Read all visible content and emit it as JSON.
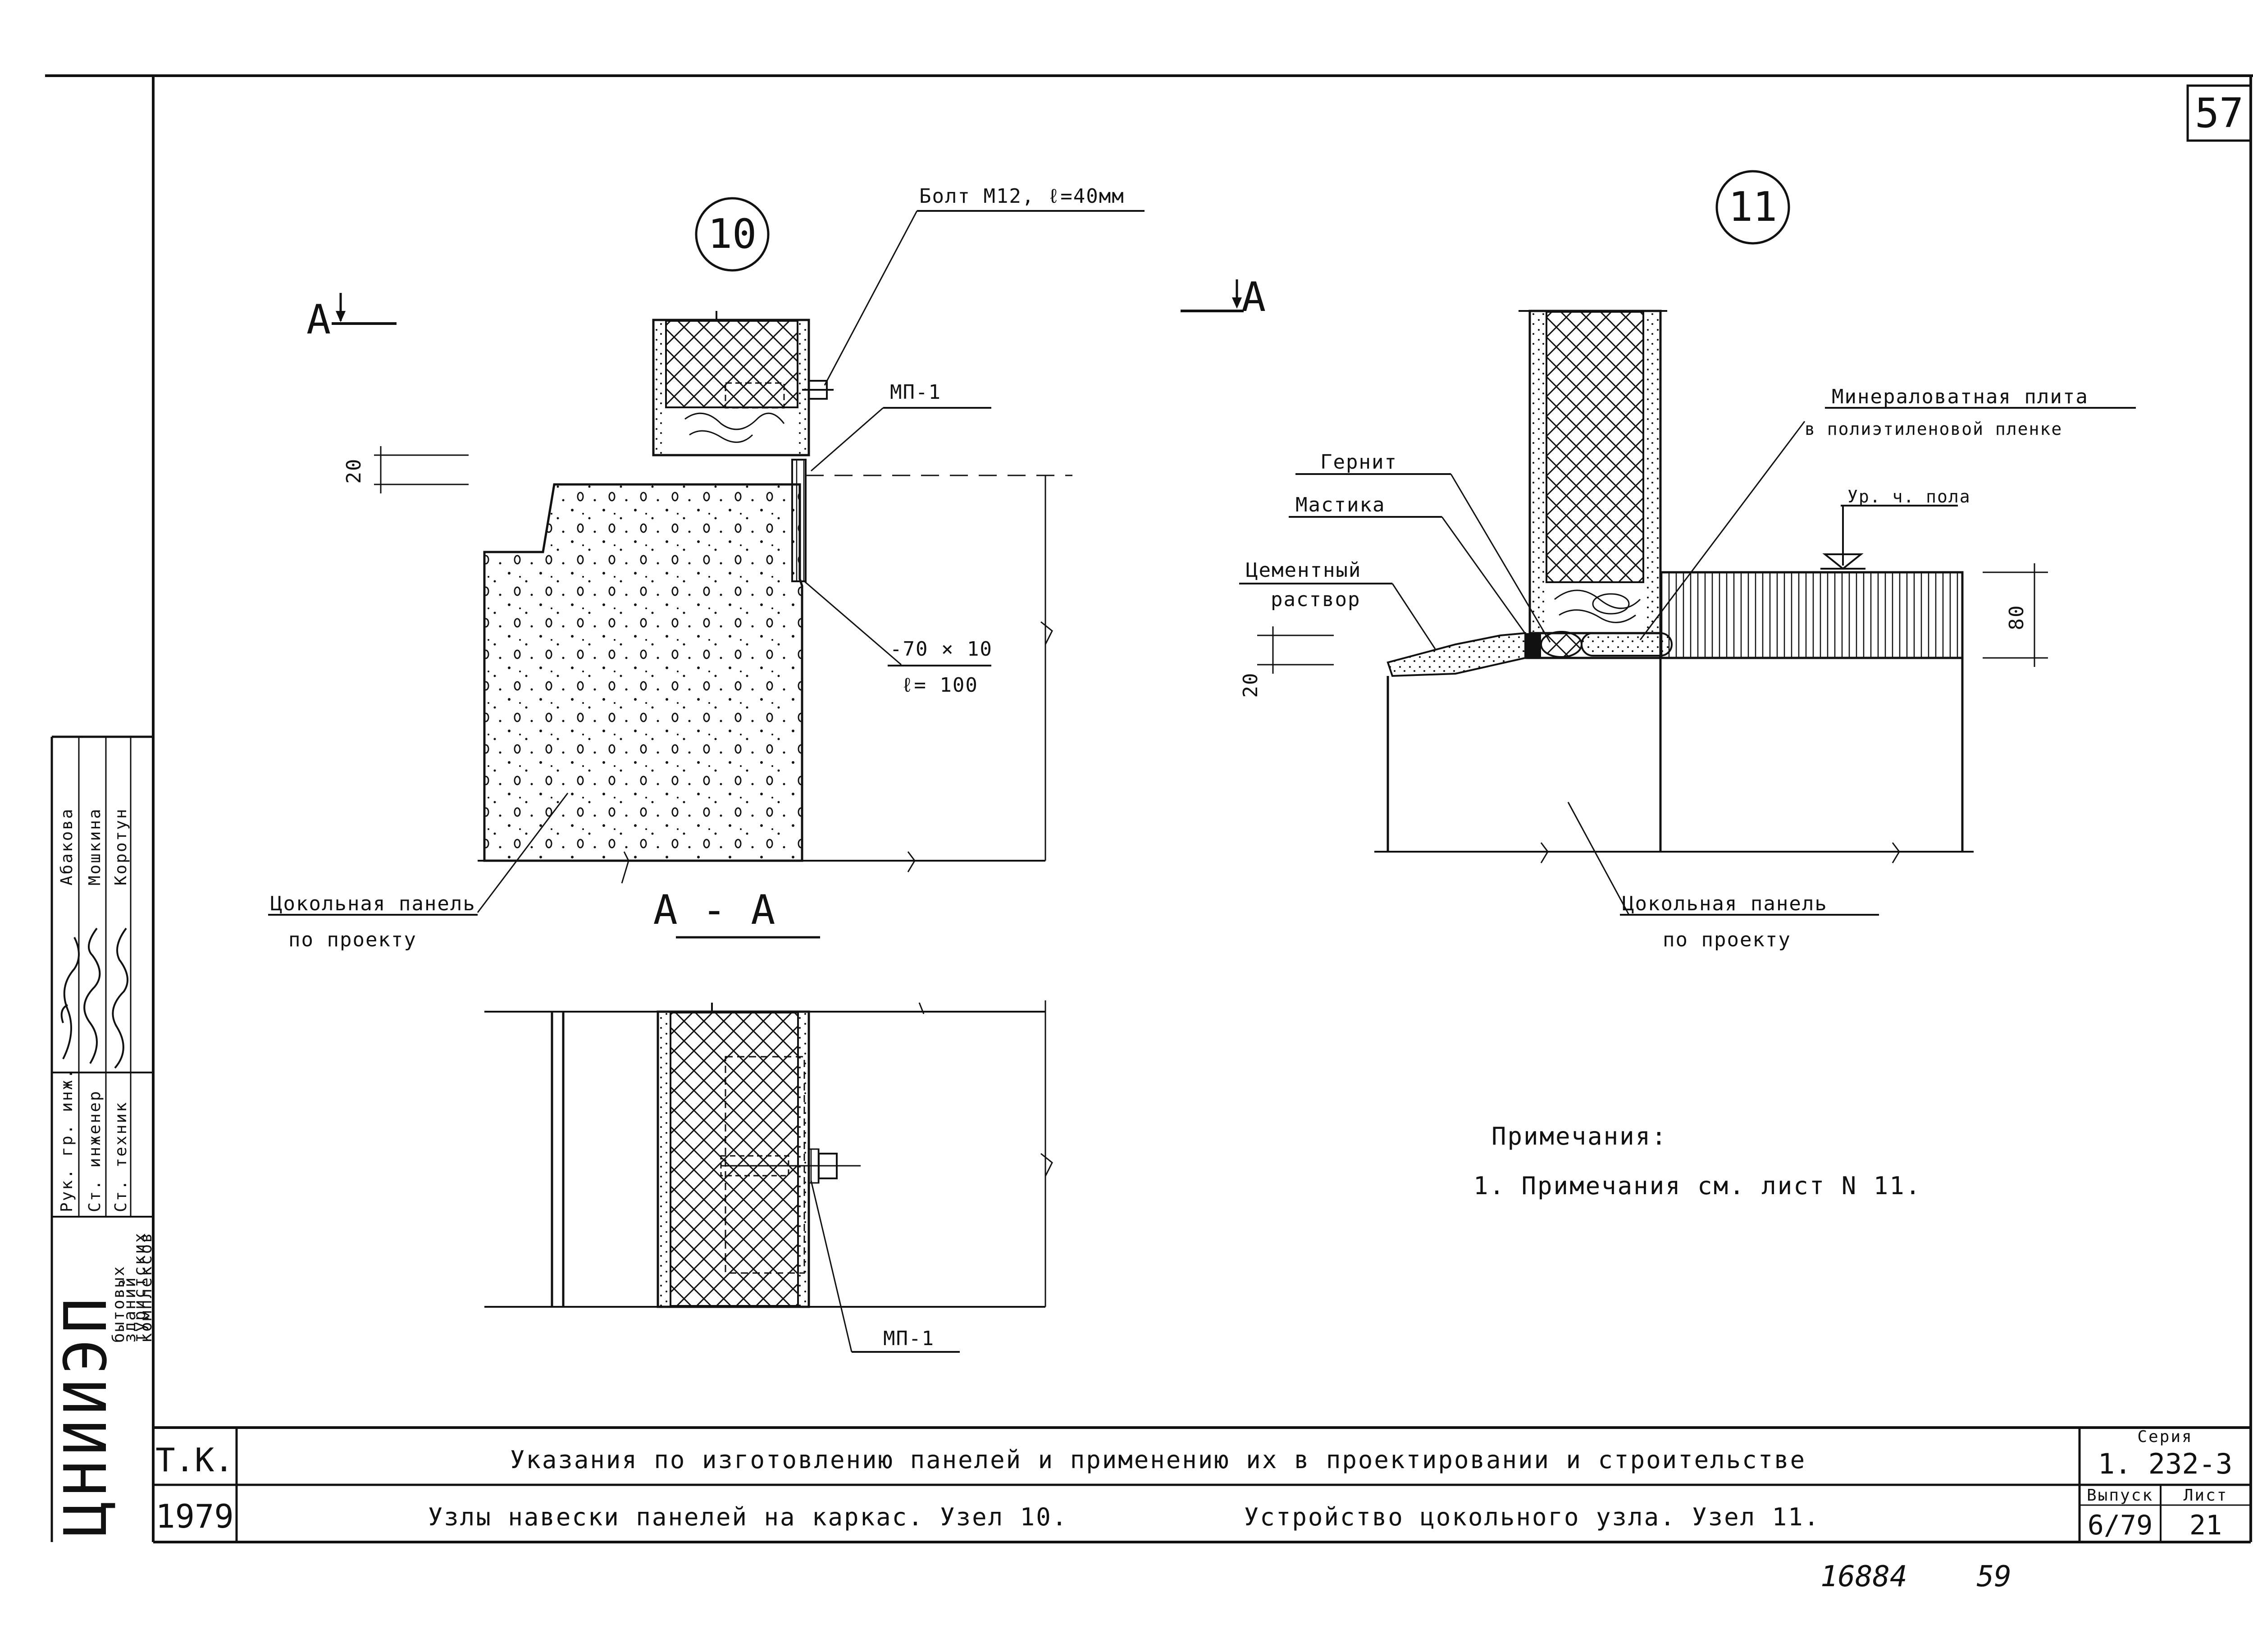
{
  "sheet_number": "57",
  "node10": {
    "mark": "10",
    "bolt": "Болт М12, ℓ=40мм",
    "plate": "МП-1",
    "dim20": "20",
    "strip1": "-70 × 10",
    "strip2": "ℓ= 100",
    "panel1": "Цокольная панель",
    "panel2": "по проекту",
    "section_mark": "А",
    "section_title": "А - А",
    "plate2": "МП-1"
  },
  "node11": {
    "mark": "11",
    "section_mark": "А",
    "mineral1": "Минераловатная плита",
    "mineral2": "в полиэтиленовой пленке",
    "gernit": "Гернит",
    "mastic": "Мастика",
    "floor": "Ур. ч. пола",
    "cement1": "Цементный",
    "cement2": "раствор",
    "dim80": "80",
    "dim20": "20",
    "panel1": "Цокольная панель",
    "panel2": "по проекту"
  },
  "notes": {
    "title": "Примечания:",
    "item1": "1. Примечания см. лист N 11."
  },
  "title_block": {
    "tk": "Т.К.",
    "year": "1979",
    "row1": "Указания по изготовлению панелей и применению их в проектировании и строительстве",
    "row2_a": "Узлы навески панелей на каркас. Узел 10.",
    "row2_b": "Устройство цокольного узла. Узел 11.",
    "series_label": "Серия",
    "series": "1. 232-3",
    "issue_label": "Выпуск",
    "issue": "6/79",
    "sheet_label": "Лист",
    "sheet": "21"
  },
  "stamp": {
    "org": "ЦНИИЭП",
    "dept1": "бытовых",
    "dept2": "зданий",
    "dept3": "туристских",
    "dept4": "комплексов",
    "role1": "Рук. гр. инж.",
    "role2": "Ст. инженер",
    "role3": "Ст. техник",
    "name1": "Абакова",
    "name2": "Мошкина",
    "name3": "Коротун"
  },
  "footer_numbers": "16884    59"
}
